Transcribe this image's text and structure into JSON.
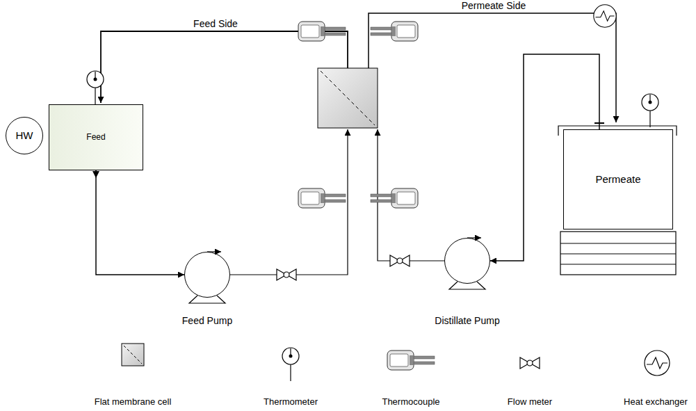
{
  "diagram": {
    "nodes": [
      {
        "text": [
          "HW"
        ]
      },
      {
        "text": [
          "Feed"
        ]
      },
      {
        "text": [
          "Feed Pump"
        ]
      },
      {
        "text": [
          "Distillate Pump"
        ]
      },
      {
        "text": [
          "Permeate"
        ]
      }
    ],
    "edges": [
      {
        "from": 1,
        "to": 2,
        "arrow": "to"
      },
      {
        "from": 4,
        "to": 3,
        "arrow": "to"
      }
    ],
    "labels": [
      "Feed Side",
      "Permeate Side"
    ],
    "legend": [
      {
        "text": "Flat membrane cell"
      },
      {
        "text": "Thermometer"
      },
      {
        "text": "Thermocouple"
      },
      {
        "text": "Flow meter"
      },
      {
        "text": "Heat exchanger"
      }
    ]
  }
}
